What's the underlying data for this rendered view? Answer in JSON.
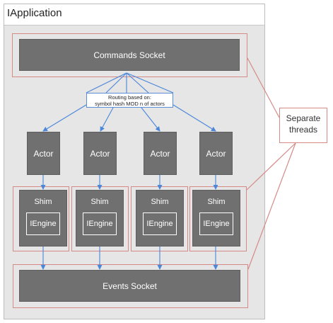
{
  "app": {
    "title": "IApplication"
  },
  "commands_socket": {
    "label": "Commands Socket"
  },
  "routing": {
    "line1": "Routing based on:",
    "line2": "symbol hash MOD n of actors"
  },
  "actors": [
    {
      "label": "Actor"
    },
    {
      "label": "Actor"
    },
    {
      "label": "Actor"
    },
    {
      "label": "Actor"
    }
  ],
  "shims": [
    {
      "label": "Shim",
      "engine": "IEngine"
    },
    {
      "label": "Shim",
      "engine": "IEngine"
    },
    {
      "label": "Shim",
      "engine": "IEngine"
    },
    {
      "label": "Shim",
      "engine": "IEngine"
    }
  ],
  "events_socket": {
    "label": "Events Socket"
  },
  "annotation": {
    "line1": "Separate",
    "line2": "threads"
  },
  "colors": {
    "arrow": "#4a86d9",
    "thread_outline": "#d58a86",
    "box_fill": "#707070",
    "frame_fill": "#e6e6e6"
  }
}
